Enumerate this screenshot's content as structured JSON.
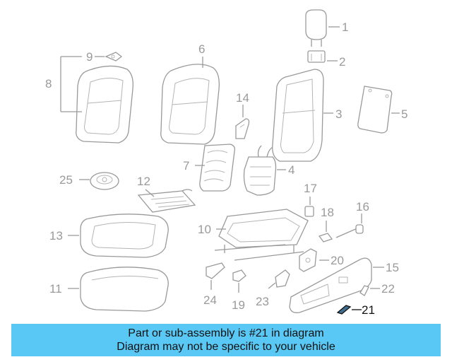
{
  "callouts": {
    "c1": "1",
    "c2": "2",
    "c3": "3",
    "c4": "4",
    "c5": "5",
    "c6": "6",
    "c7": "7",
    "c8": "8",
    "c9": "9",
    "c10": "10",
    "c11": "11",
    "c12": "12",
    "c13": "13",
    "c14": "14",
    "c15": "15",
    "c16": "16",
    "c17": "17",
    "c18": "18",
    "c19": "19",
    "c20": "20",
    "c21": "21",
    "c22": "22",
    "c23": "23",
    "c24": "24",
    "c25": "25"
  },
  "highlighted_part": "21",
  "colors": {
    "banner_background": "#5ac8f5",
    "line_art": "#9a9a9a",
    "highlight": "#111111"
  },
  "banner": {
    "line1": "Part or sub-assembly is #21 in diagram",
    "line2": "Diagram may not be specific to your vehicle"
  }
}
